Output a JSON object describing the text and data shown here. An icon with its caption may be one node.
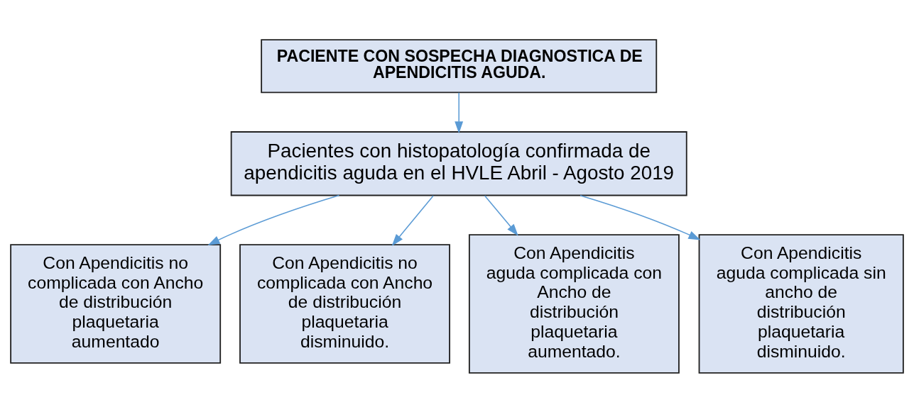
{
  "diagram": {
    "nodes": [
      {
        "text": [
          "PACIENTE CON SOSPECHA DIAGNOSTICA DE APENDICITIS AGUDA."
        ]
      },
      {
        "text": [
          "Pacientes con histopatología confirmada de apendicitis aguda en el HVLE Abril - Agosto 2019"
        ]
      },
      {
        "text": [
          "Con Apendicitis no complicada con Ancho de distribución plaquetaria aumentado"
        ]
      },
      {
        "text": [
          "Con Apendicitis no complicada con Ancho de distribución plaquetaria disminuido."
        ]
      },
      {
        "text": [
          "Con Apendicitis aguda complicada con Ancho de distribución plaquetaria aumentado."
        ]
      },
      {
        "text": [
          "Con Apendicitis aguda complicada sin ancho de distribución plaquetaria disminuido."
        ]
      }
    ],
    "edges": [
      {
        "from": 0,
        "to": 1,
        "arrow": "to"
      },
      {
        "from": 1,
        "to": 2,
        "arrow": "to"
      },
      {
        "from": 1,
        "to": 3,
        "arrow": "to"
      },
      {
        "from": 1,
        "to": 4,
        "arrow": "to"
      },
      {
        "from": 1,
        "to": 5,
        "arrow": "to"
      }
    ]
  }
}
